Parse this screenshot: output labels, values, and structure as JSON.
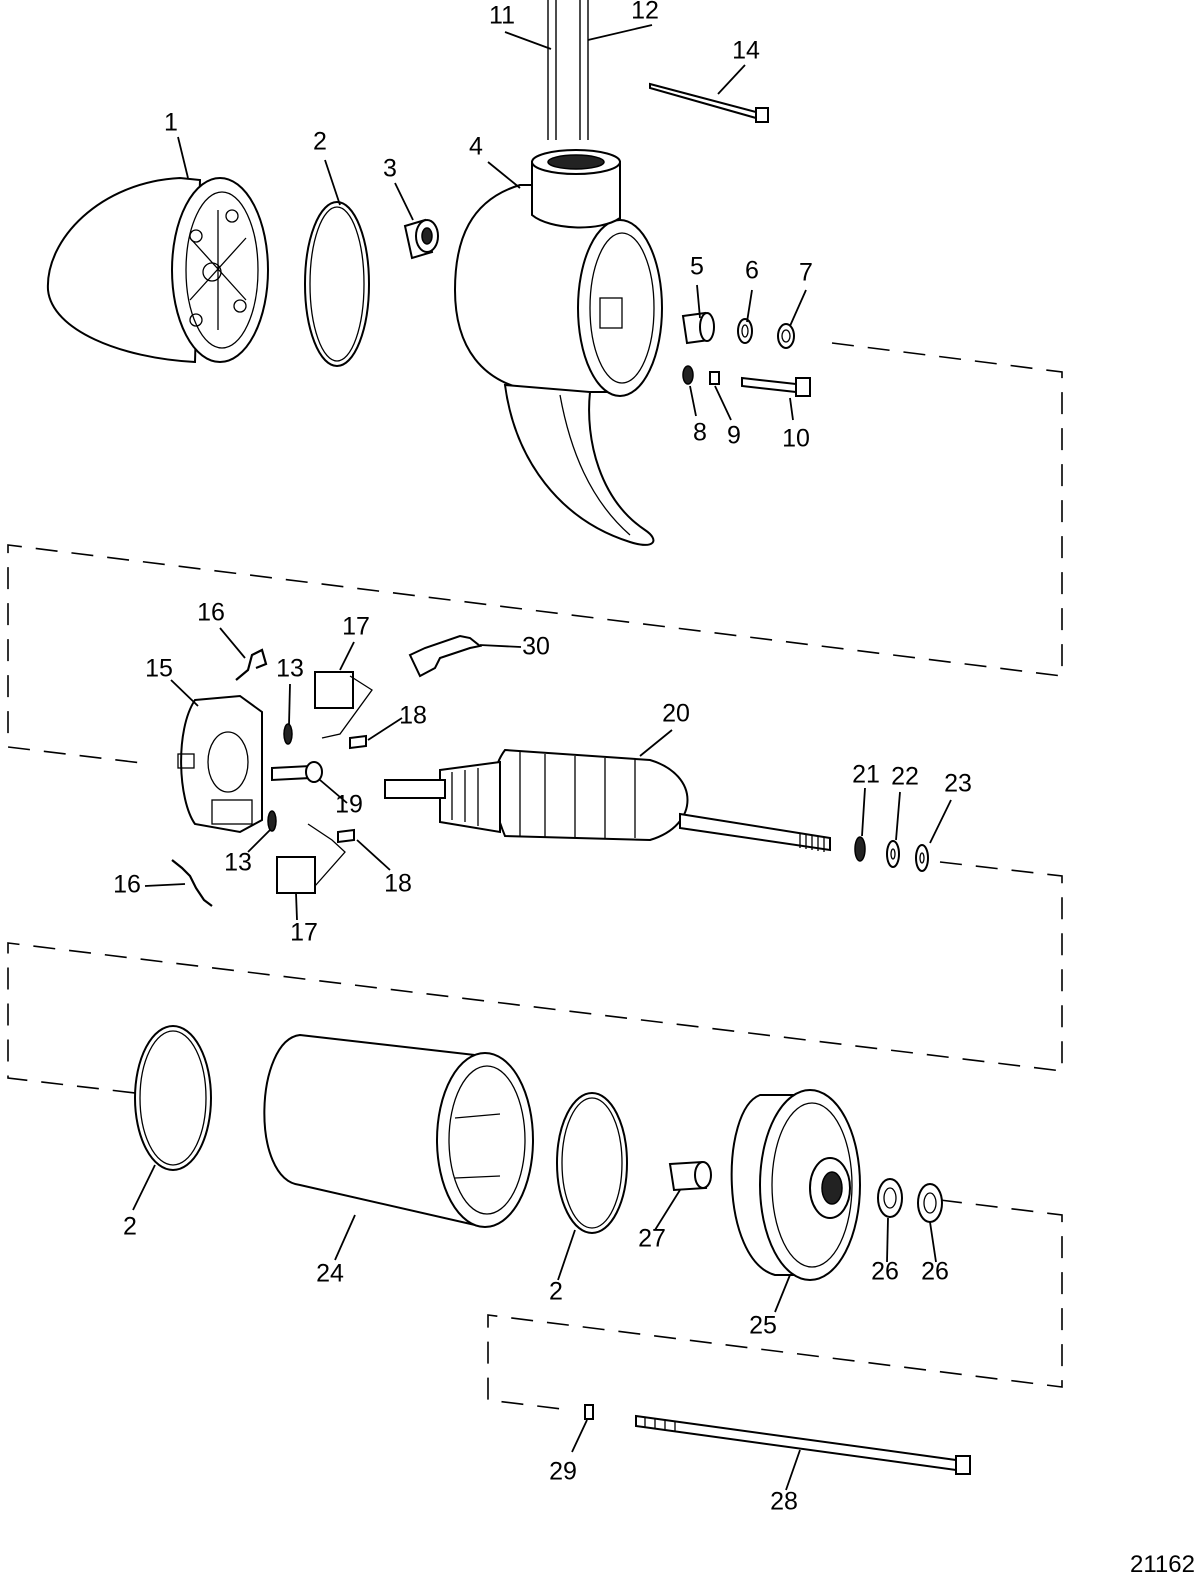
{
  "figure_id": "21162",
  "callouts": [
    "1",
    "2",
    "3",
    "4",
    "5",
    "6",
    "7",
    "8",
    "9",
    "10",
    "11",
    "12",
    "13",
    "14",
    "15",
    "16",
    "17",
    "18",
    "19",
    "20",
    "21",
    "22",
    "23",
    "24",
    "25",
    "26",
    "27",
    "28",
    "29",
    "30"
  ]
}
